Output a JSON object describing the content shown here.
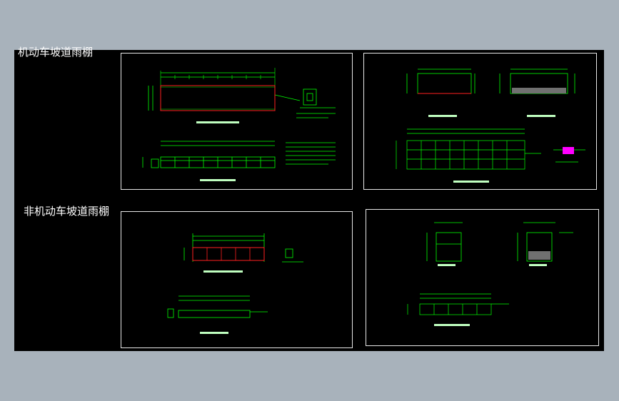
{
  "sections": {
    "motor_ramp_canopy": "机动车坡道雨棚",
    "nonmotor_ramp_canopy": "非机动车坡道雨棚"
  },
  "colors": {
    "background": "#a8b2bb",
    "canvas": "#000000",
    "sheet_border": "#e8e8e8",
    "line_main": "#00ff00",
    "line_white": "#ffffff",
    "line_red": "#ff2020",
    "highlight": "#ff00ff"
  },
  "icons": {
    "sheet-frame": "rectangle outline",
    "drawing": "green CAD linework"
  }
}
